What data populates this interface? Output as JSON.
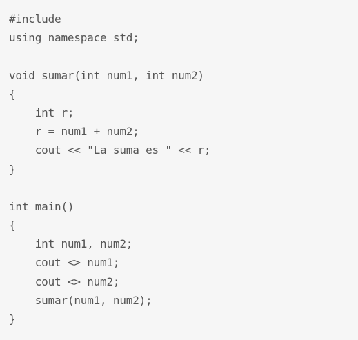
{
  "code": {
    "lines": [
      "#include",
      "using namespace std;",
      "",
      "void sumar(int num1, int num2)",
      "{",
      "    int r;",
      "    r = num1 + num2;",
      "    cout << \"La suma es \" << r;",
      "}",
      "",
      "int main()",
      "{",
      "    int num1, num2;",
      "    cout <> num1;",
      "    cout <> num2;",
      "    sumar(num1, num2);",
      "}"
    ]
  },
  "colors": {
    "background": "#f6f6f6",
    "text": "#555555"
  }
}
